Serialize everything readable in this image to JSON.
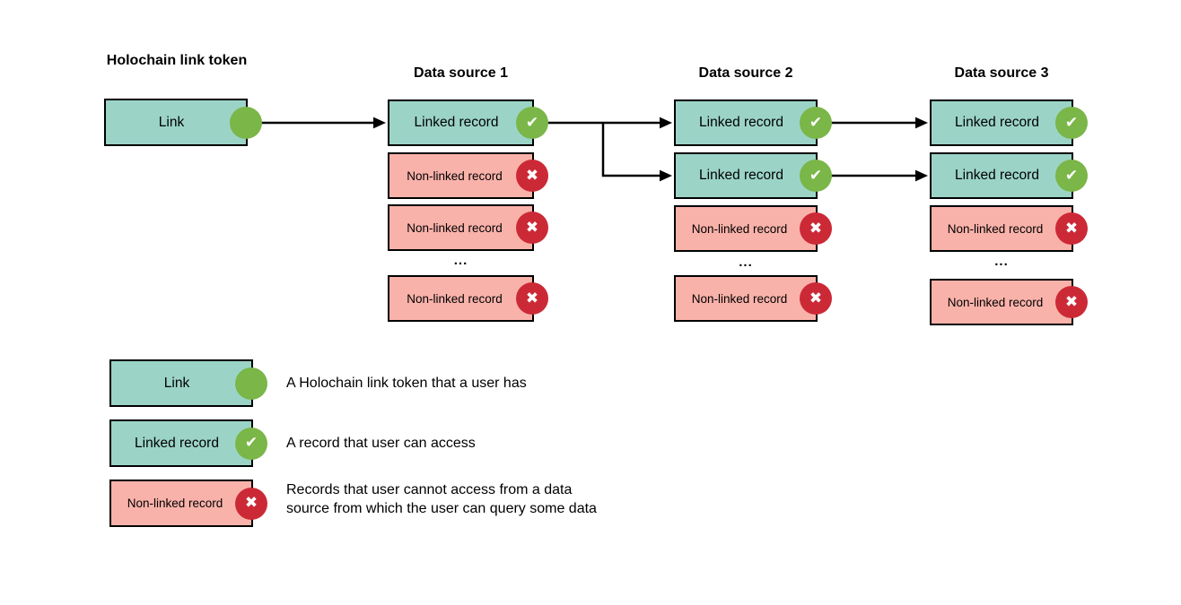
{
  "colors": {
    "teal_fill": "#9bd4c7",
    "pink_fill": "#f9b2aa",
    "green_badge": "#7ab648",
    "red_badge": "#cc2936",
    "outline": "#000000",
    "arrow": "#000000"
  },
  "icons": {
    "check": "✔",
    "cross": "✖"
  },
  "diagram": {
    "token": {
      "title": "Holochain link token",
      "box_label": "Link"
    },
    "sources": [
      {
        "title": "Data source 1",
        "rows": [
          {
            "label": "Linked record",
            "type": "linked"
          },
          {
            "label": "Non-linked record",
            "type": "non-linked"
          },
          {
            "label": "Non-linked record",
            "type": "non-linked"
          },
          {
            "label": "Non-linked record",
            "type": "non-linked"
          }
        ]
      },
      {
        "title": "Data source 2",
        "rows": [
          {
            "label": "Linked record",
            "type": "linked"
          },
          {
            "label": "Linked record",
            "type": "linked"
          },
          {
            "label": "Non-linked record",
            "type": "non-linked"
          },
          {
            "label": "Non-linked record",
            "type": "non-linked"
          }
        ]
      },
      {
        "title": "Data source 3",
        "rows": [
          {
            "label": "Linked record",
            "type": "linked"
          },
          {
            "label": "Linked record",
            "type": "linked"
          },
          {
            "label": "Non-linked record",
            "type": "non-linked"
          },
          {
            "label": "Non-linked record",
            "type": "non-linked"
          }
        ]
      }
    ],
    "ellipsis": "..."
  },
  "legend": {
    "items": [
      {
        "label": "Link",
        "description": "A Holochain link token that a user has"
      },
      {
        "label": "Linked record",
        "description": "A record that user can access"
      },
      {
        "label": "Non-linked record",
        "description": "Records that user cannot access from a data source from which the user can query some data"
      }
    ]
  }
}
